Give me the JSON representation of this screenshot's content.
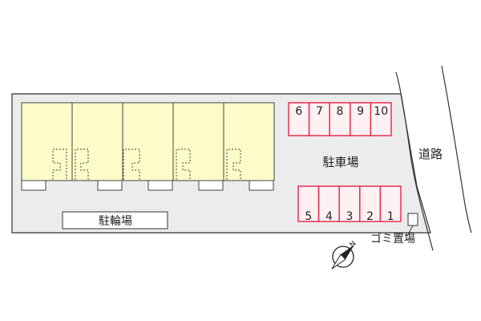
{
  "labels": {
    "parking": "駐車場",
    "bicycle_parking": "駐輪場",
    "road": "道路",
    "garbage": "ゴミ置場",
    "north": "N"
  },
  "parking_top": [
    "6",
    "7",
    "8",
    "9",
    "10"
  ],
  "parking_bottom": [
    "5",
    "4",
    "3",
    "2",
    "1"
  ],
  "colors": {
    "lot": "#ececec",
    "unit": "#fcfcc9",
    "parking_stroke": "#e8304c",
    "parking_fill": "#fdf1f3",
    "outline": "#333333"
  }
}
